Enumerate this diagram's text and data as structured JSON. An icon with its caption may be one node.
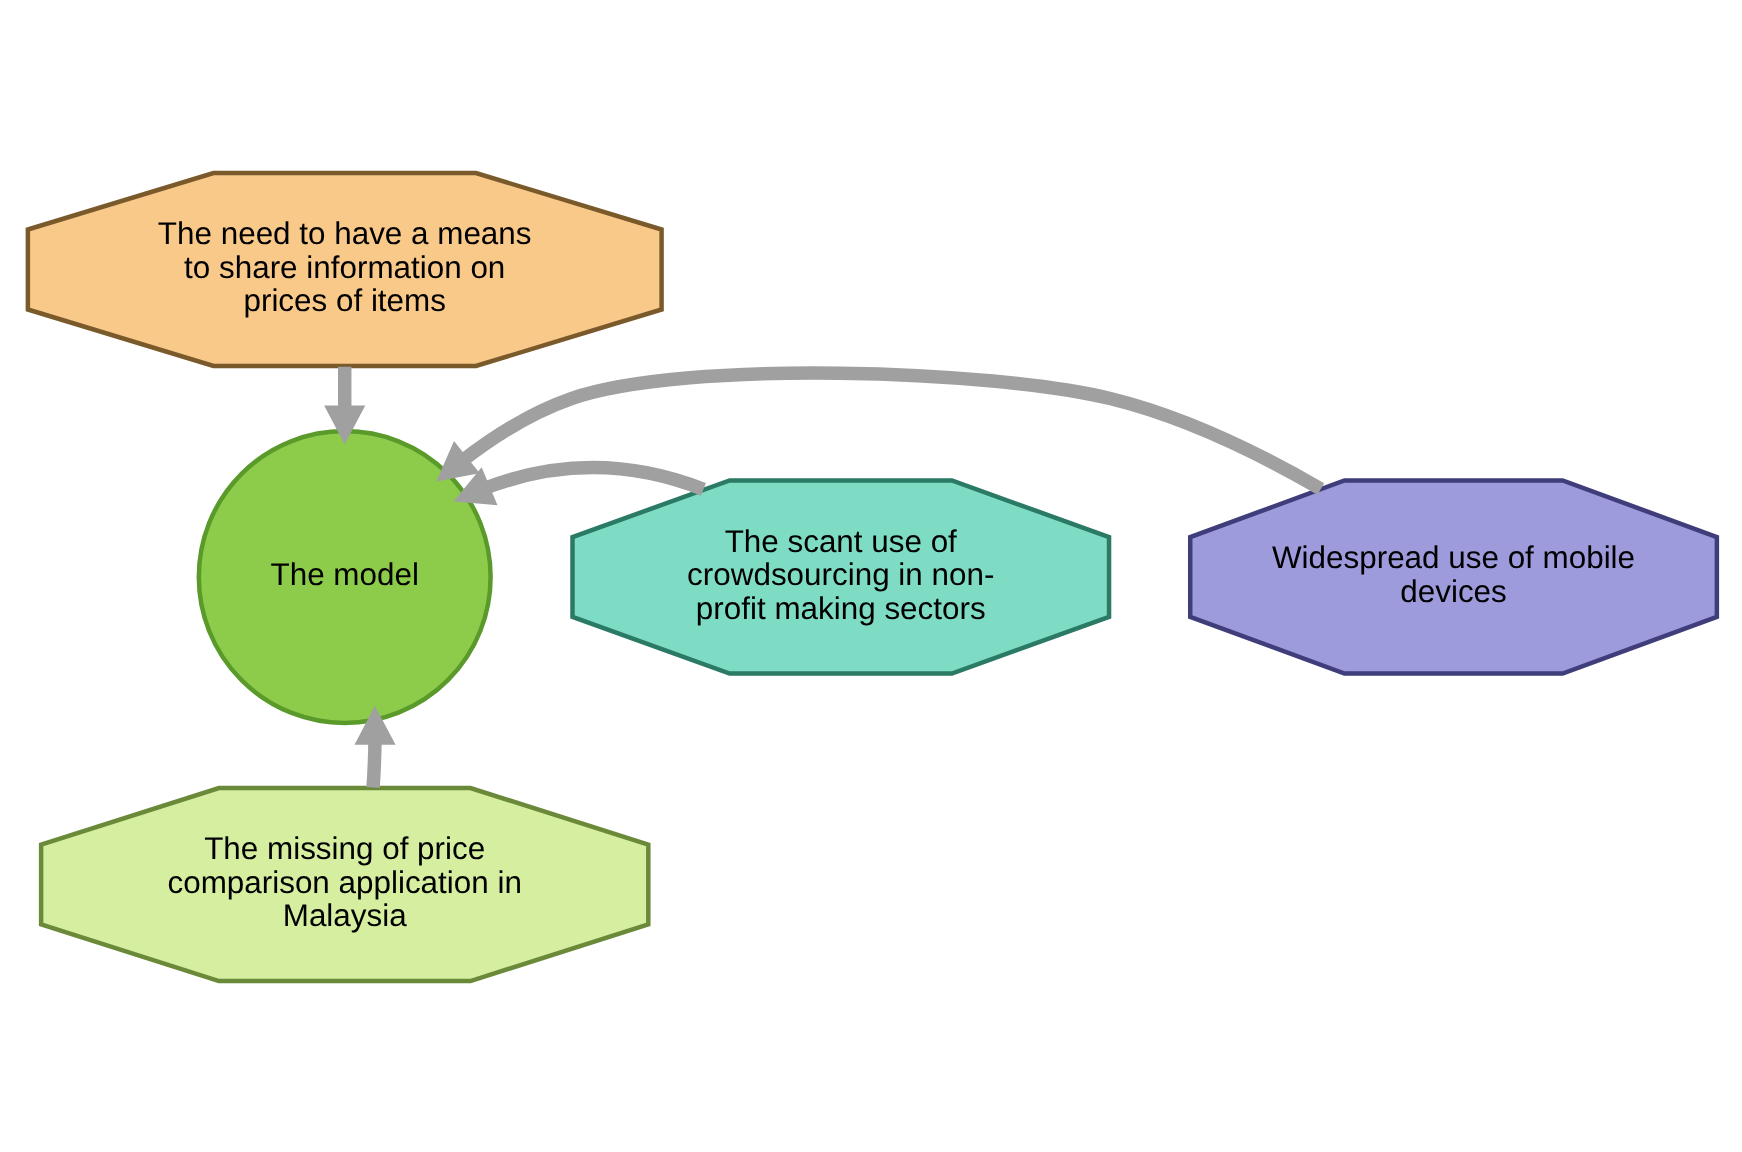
{
  "diagram": {
    "nodes": [
      {
        "text": [
          "The need to have a means to share information on prices of items"
        ]
      },
      {
        "text": [
          "Widespread use of mobile devices"
        ]
      },
      {
        "text": [
          "The model"
        ]
      },
      {
        "text": [
          "The scant use of crowdsourcing in non-profit making sectors"
        ]
      },
      {
        "text": [
          "The missing of price comparison application in Malaysia"
        ]
      }
    ],
    "edges": [
      {
        "from": 0,
        "to": 2,
        "arrow": "to"
      },
      {
        "from": 1,
        "to": 2,
        "arrow": "to"
      },
      {
        "from": 3,
        "to": 2,
        "arrow": "to"
      },
      {
        "from": 4,
        "to": 2,
        "arrow": "to"
      }
    ]
  }
}
